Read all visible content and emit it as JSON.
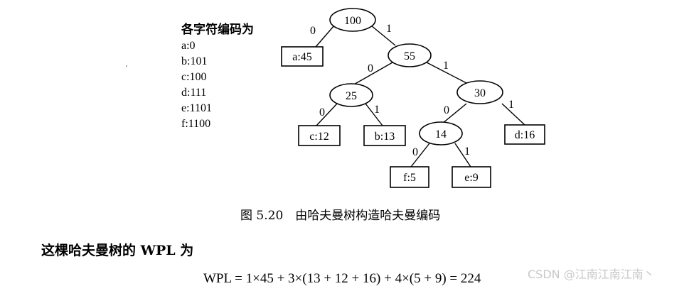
{
  "encoding": {
    "title": "各字符编码为",
    "codes": [
      "a:0",
      "b:101",
      "c:100",
      "d:111",
      "e:1101",
      "f:1100"
    ]
  },
  "tree": {
    "nodes": {
      "n100": "100",
      "n55": "55",
      "n25": "25",
      "n30": "30",
      "n14": "14",
      "a": "a:45",
      "c": "c:12",
      "b": "b:13",
      "d": "d:16",
      "f": "f:5",
      "e": "e:9"
    },
    "edges": {
      "n100_a": "0",
      "n100_n55": "1",
      "n55_n25": "0",
      "n55_n30": "1",
      "n25_c": "0",
      "n25_b": "1",
      "n30_n14": "0",
      "n30_d": "1",
      "n14_f": "0",
      "n14_e": "1"
    }
  },
  "caption": "图 5.20　由哈夫曼树构造哈夫曼编码",
  "wpl_heading": "这棵哈夫曼树的 WPL 为",
  "wpl_formula": "WPL = 1×45 + 3×(13 + 12 + 16) + 4×(5 + 9) = 224",
  "watermark": "CSDN @江南江南江南丶"
}
